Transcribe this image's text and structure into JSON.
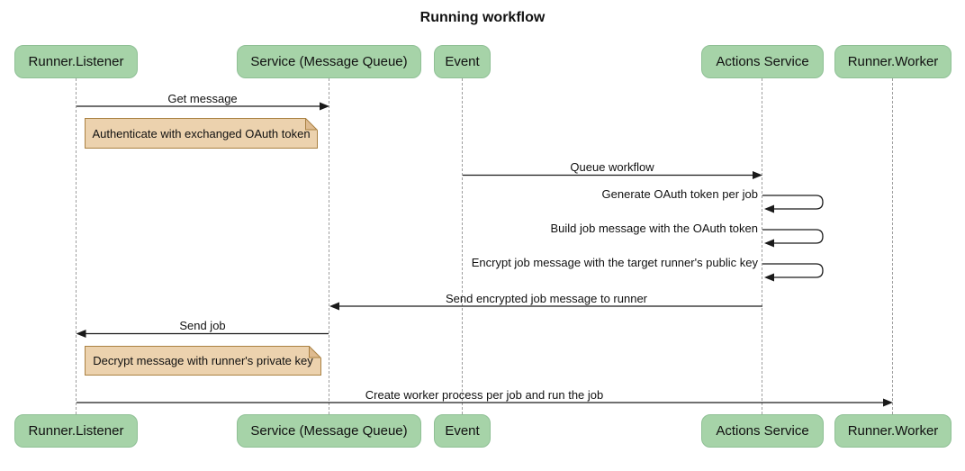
{
  "title": "Running workflow",
  "colors": {
    "actor_fill": "#a6d3a8",
    "actor_border": "#8fc095",
    "note_fill": "#ecd2ae",
    "note_border": "#aa8142",
    "note_fold": "#debb90",
    "line": "#1a1a1a",
    "lifeline": "#9e9e9e",
    "text": "#111111",
    "background": "#ffffff"
  },
  "participants": [
    {
      "name": "Runner.Listener"
    },
    {
      "name": "Service (Message Queue)"
    },
    {
      "name": "Event"
    },
    {
      "name": "Actions Service"
    },
    {
      "name": "Runner.Worker"
    }
  ],
  "messages": [
    {
      "label": "Get message",
      "from": "Runner.Listener",
      "to": "Service (Message Queue)"
    },
    {
      "label": "Queue workflow",
      "from": "Event",
      "to": "Actions Service"
    },
    {
      "label": "Generate OAuth token per job",
      "from": "Actions Service",
      "to": "Actions Service"
    },
    {
      "label": "Build job message with the OAuth token",
      "from": "Actions Service",
      "to": "Actions Service"
    },
    {
      "label": "Encrypt job message with the target runner's public key",
      "from": "Actions Service",
      "to": "Actions Service"
    },
    {
      "label": "Send encrypted job message to runner",
      "from": "Actions Service",
      "to": "Service (Message Queue)"
    },
    {
      "label": "Send job",
      "from": "Service (Message Queue)",
      "to": "Runner.Listener"
    },
    {
      "label": "Create worker process per job and run the job",
      "from": "Runner.Listener",
      "to": "Runner.Worker"
    }
  ],
  "notes": [
    {
      "text": "Authenticate with exchanged OAuth token"
    },
    {
      "text": "Decrypt message with runner's private key"
    }
  ]
}
